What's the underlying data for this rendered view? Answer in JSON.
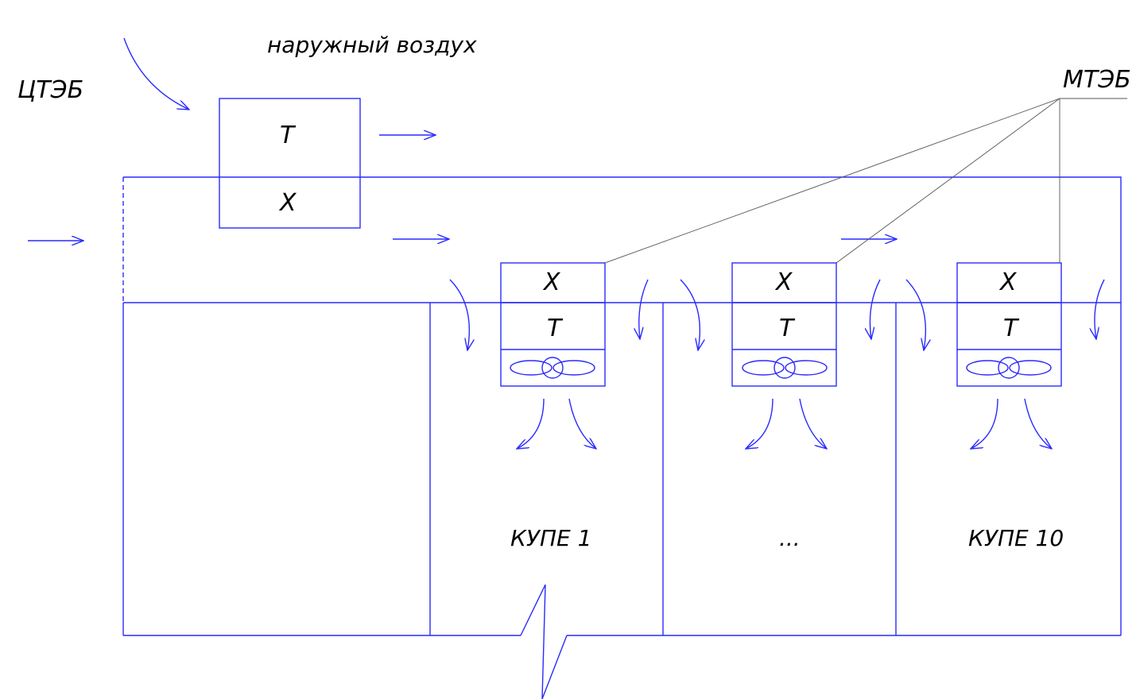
{
  "labels": {
    "outside_air": "наружный воздух",
    "central_unit": "ЦТЭБ",
    "local_unit": "МТЭБ",
    "compartment_1": "КУПЕ 1",
    "compartment_mid": "...",
    "compartment_10": "КУПЕ 10"
  },
  "central_block": {
    "top": "Т",
    "bottom": "Х"
  },
  "local_blocks": [
    {
      "top": "Х",
      "middle": "Т"
    },
    {
      "top": "Х",
      "middle": "Т"
    },
    {
      "top": "Х",
      "middle": "Т"
    }
  ],
  "colors": {
    "line": "#2a2aff",
    "leader": "#555555",
    "text": "#000000"
  }
}
